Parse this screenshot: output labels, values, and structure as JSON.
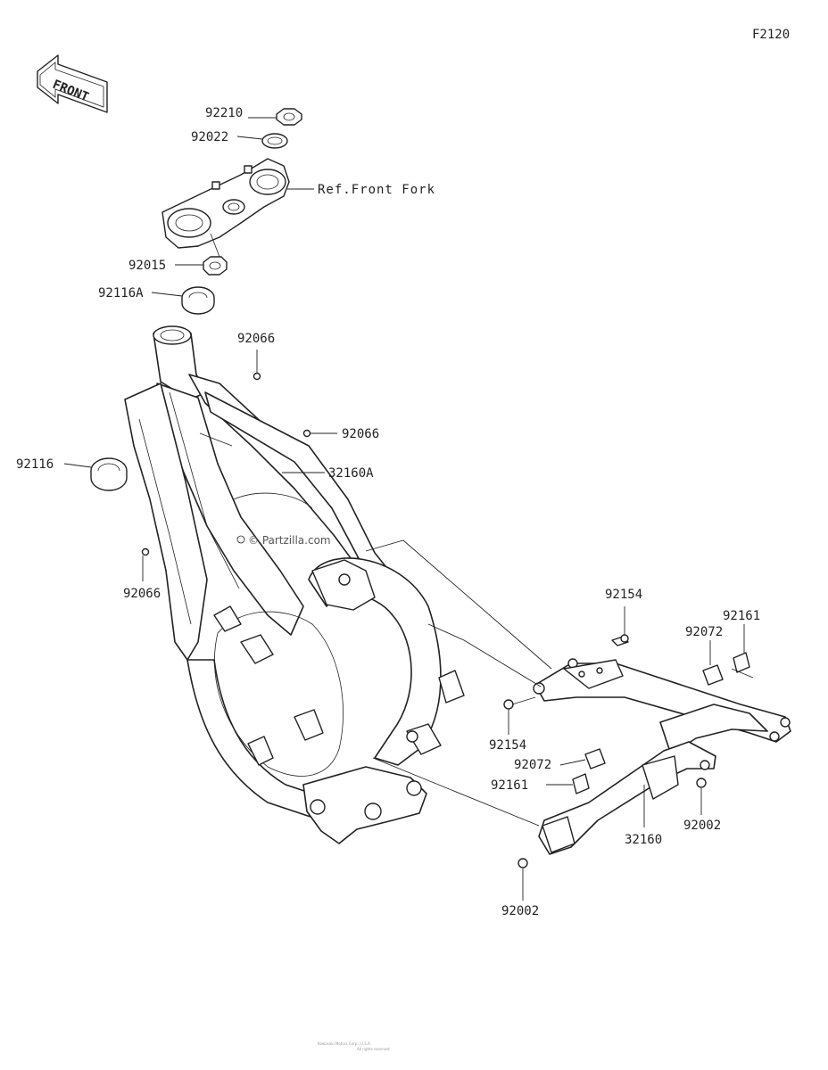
{
  "diagram": {
    "code": "F2120",
    "front_label": "FRONT",
    "watermark": "© Partzilla.com",
    "reference": "Ref.Front Fork",
    "footer_line1": "Kawasaki Motors Corp., U.S.A.",
    "footer_line2": "All rights reserved",
    "labels": [
      {
        "id": "92210",
        "text": "92210"
      },
      {
        "id": "92022",
        "text": "92022"
      },
      {
        "id": "92015",
        "text": "92015"
      },
      {
        "id": "92116A",
        "text": "92116A"
      },
      {
        "id": "92066a",
        "text": "92066"
      },
      {
        "id": "92066b",
        "text": "92066"
      },
      {
        "id": "32160A",
        "text": "32160A"
      },
      {
        "id": "92116",
        "text": "92116"
      },
      {
        "id": "92066c",
        "text": "92066"
      },
      {
        "id": "92154a",
        "text": "92154"
      },
      {
        "id": "92161a",
        "text": "92161"
      },
      {
        "id": "92072a",
        "text": "92072"
      },
      {
        "id": "92154b",
        "text": "92154"
      },
      {
        "id": "92072b",
        "text": "92072"
      },
      {
        "id": "92161b",
        "text": "92161"
      },
      {
        "id": "32160",
        "text": "32160"
      },
      {
        "id": "92002a",
        "text": "92002"
      },
      {
        "id": "92002b",
        "text": "92002"
      }
    ]
  }
}
